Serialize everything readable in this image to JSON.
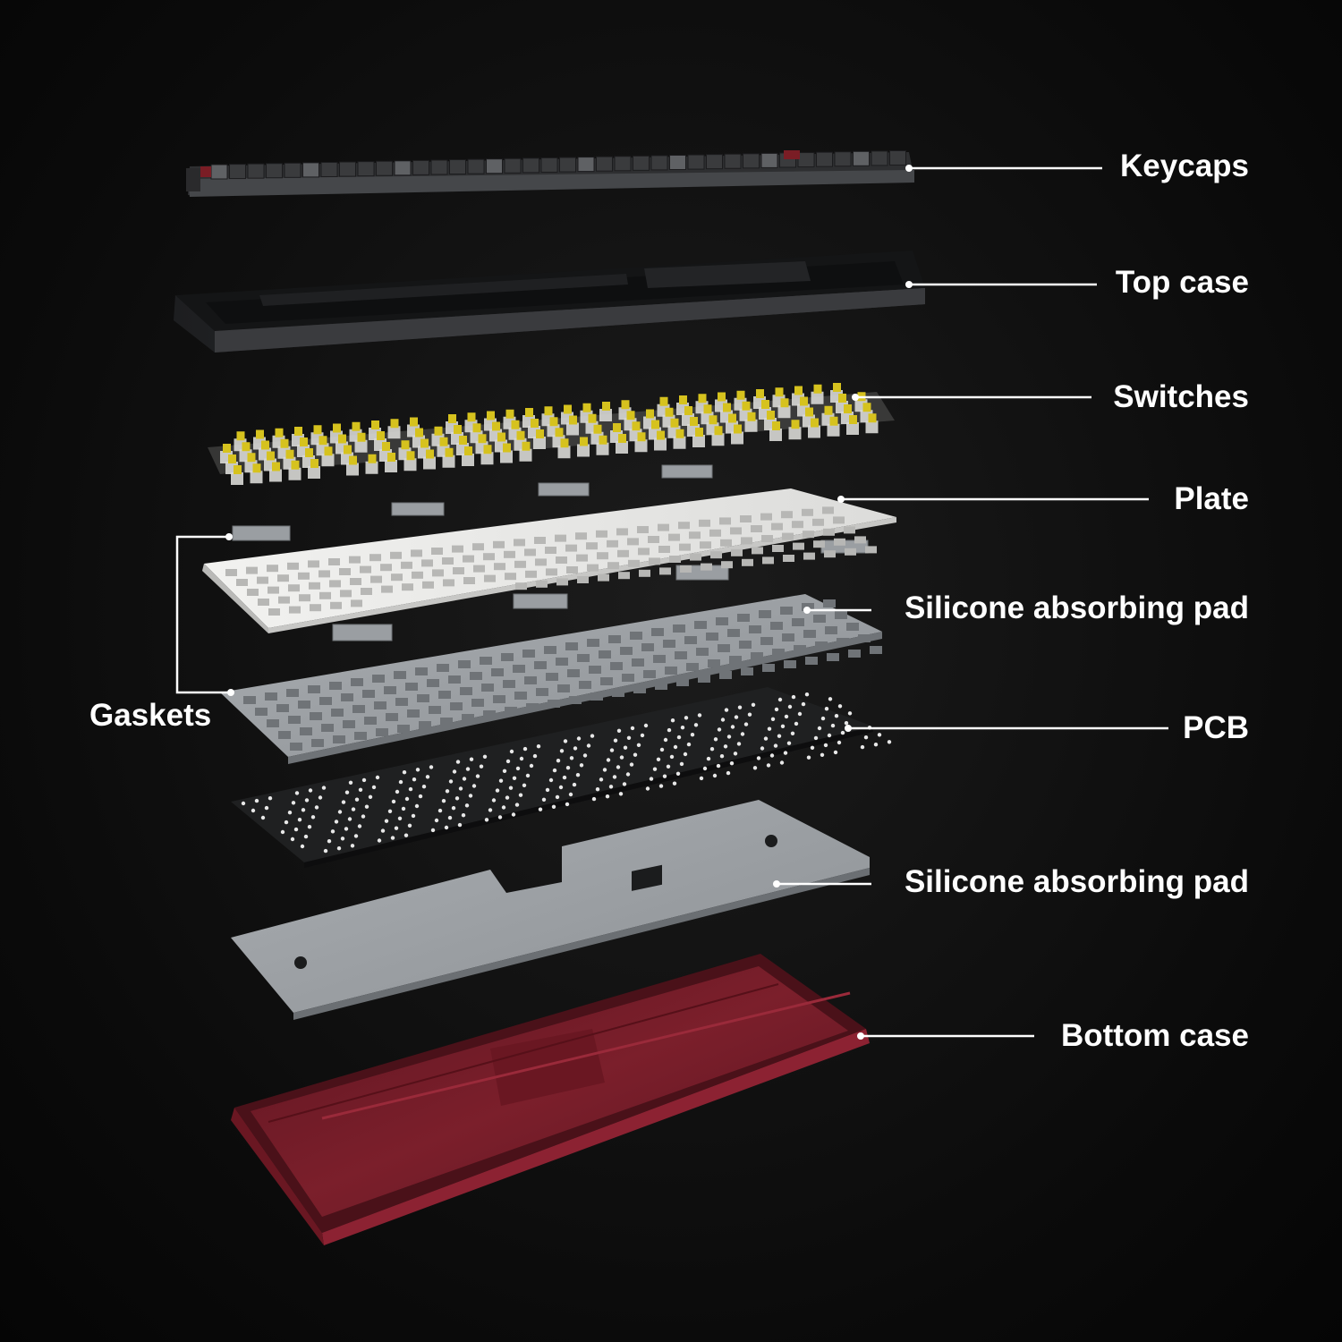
{
  "diagram": {
    "colors": {
      "background": "#0b0b0b",
      "keycaps_dark": "#3a3b3d",
      "keycaps_light": "#5f6164",
      "accent_red": "#7a1d25",
      "top_case": "#2c2d2f",
      "switch_yellow": "#d6c21e",
      "switch_clear": "#d9d9d6",
      "plate": "#e9e9e7",
      "silicone_pad": "#9b9fa3",
      "gasket": "#9a9ea2",
      "pcb": "#222324",
      "bottom_case": "#6e1a26",
      "leader_line": "#ffffff"
    },
    "labels": {
      "keycaps": "Keycaps",
      "top_case": "Top case",
      "switches": "Switches",
      "plate": "Plate",
      "silicone_upper": "Silicone absorbing pad",
      "gaskets": "Gaskets",
      "pcb": "PCB",
      "silicone_lower": "Silicone absorbing pad",
      "bottom_case": "Bottom case"
    }
  }
}
